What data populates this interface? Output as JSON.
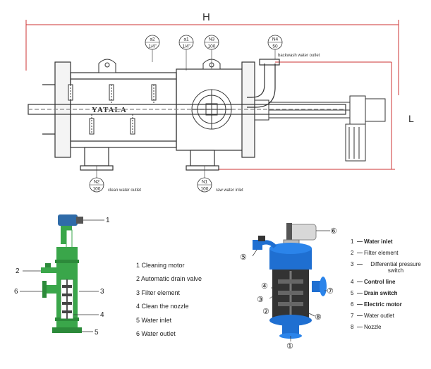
{
  "drawing": {
    "dim_H": "H",
    "dim_L": "L",
    "brand": "YATALA",
    "ports": [
      {
        "top": "a2",
        "bottom": "1/4\""
      },
      {
        "top": "a1",
        "bottom": "1/4\""
      },
      {
        "top": "N3",
        "bottom": "100"
      },
      {
        "top": "N4",
        "bottom": "50"
      },
      {
        "top": "N2",
        "bottom": "100"
      },
      {
        "top": "N1",
        "bottom": "100"
      }
    ],
    "labels": {
      "backwash": "backwash water outlet",
      "clean_outlet": "clean water outlet",
      "raw_inlet": "raw water inlet"
    }
  },
  "photo_left": {
    "callouts": [
      "1",
      "2",
      "3",
      "4",
      "5",
      "6"
    ]
  },
  "legend_left": [
    "1  Cleaning motor",
    "2  Automatic drain valve",
    "3  Filter element",
    "4  Clean the nozzle",
    "5  Water inlet",
    "6  Water outlet"
  ],
  "photo_right": {
    "callouts": [
      "①",
      "②",
      "③",
      "④",
      "⑤",
      "⑥",
      "⑦",
      "⑧"
    ]
  },
  "legend_right": [
    {
      "num": "1",
      "text": "Water inlet",
      "bold": true
    },
    {
      "num": "2",
      "text": "Filter element",
      "bold": false
    },
    {
      "num": "3",
      "text": "Differential pressure switch",
      "bold": false
    },
    {
      "num": "4",
      "text": "Control line",
      "bold": true
    },
    {
      "num": "5",
      "text": "Drain switch",
      "bold": true
    },
    {
      "num": "6",
      "text": "Electric motor",
      "bold": true
    },
    {
      "num": "7",
      "text": "Water outlet",
      "bold": false
    },
    {
      "num": "8",
      "text": "Nozzle",
      "bold": false
    }
  ],
  "colors": {
    "dimension": "#cc3333",
    "line": "#333333",
    "green": "#3aa64a",
    "blue": "#1f6fd1",
    "motor": "#2f6ba8"
  }
}
